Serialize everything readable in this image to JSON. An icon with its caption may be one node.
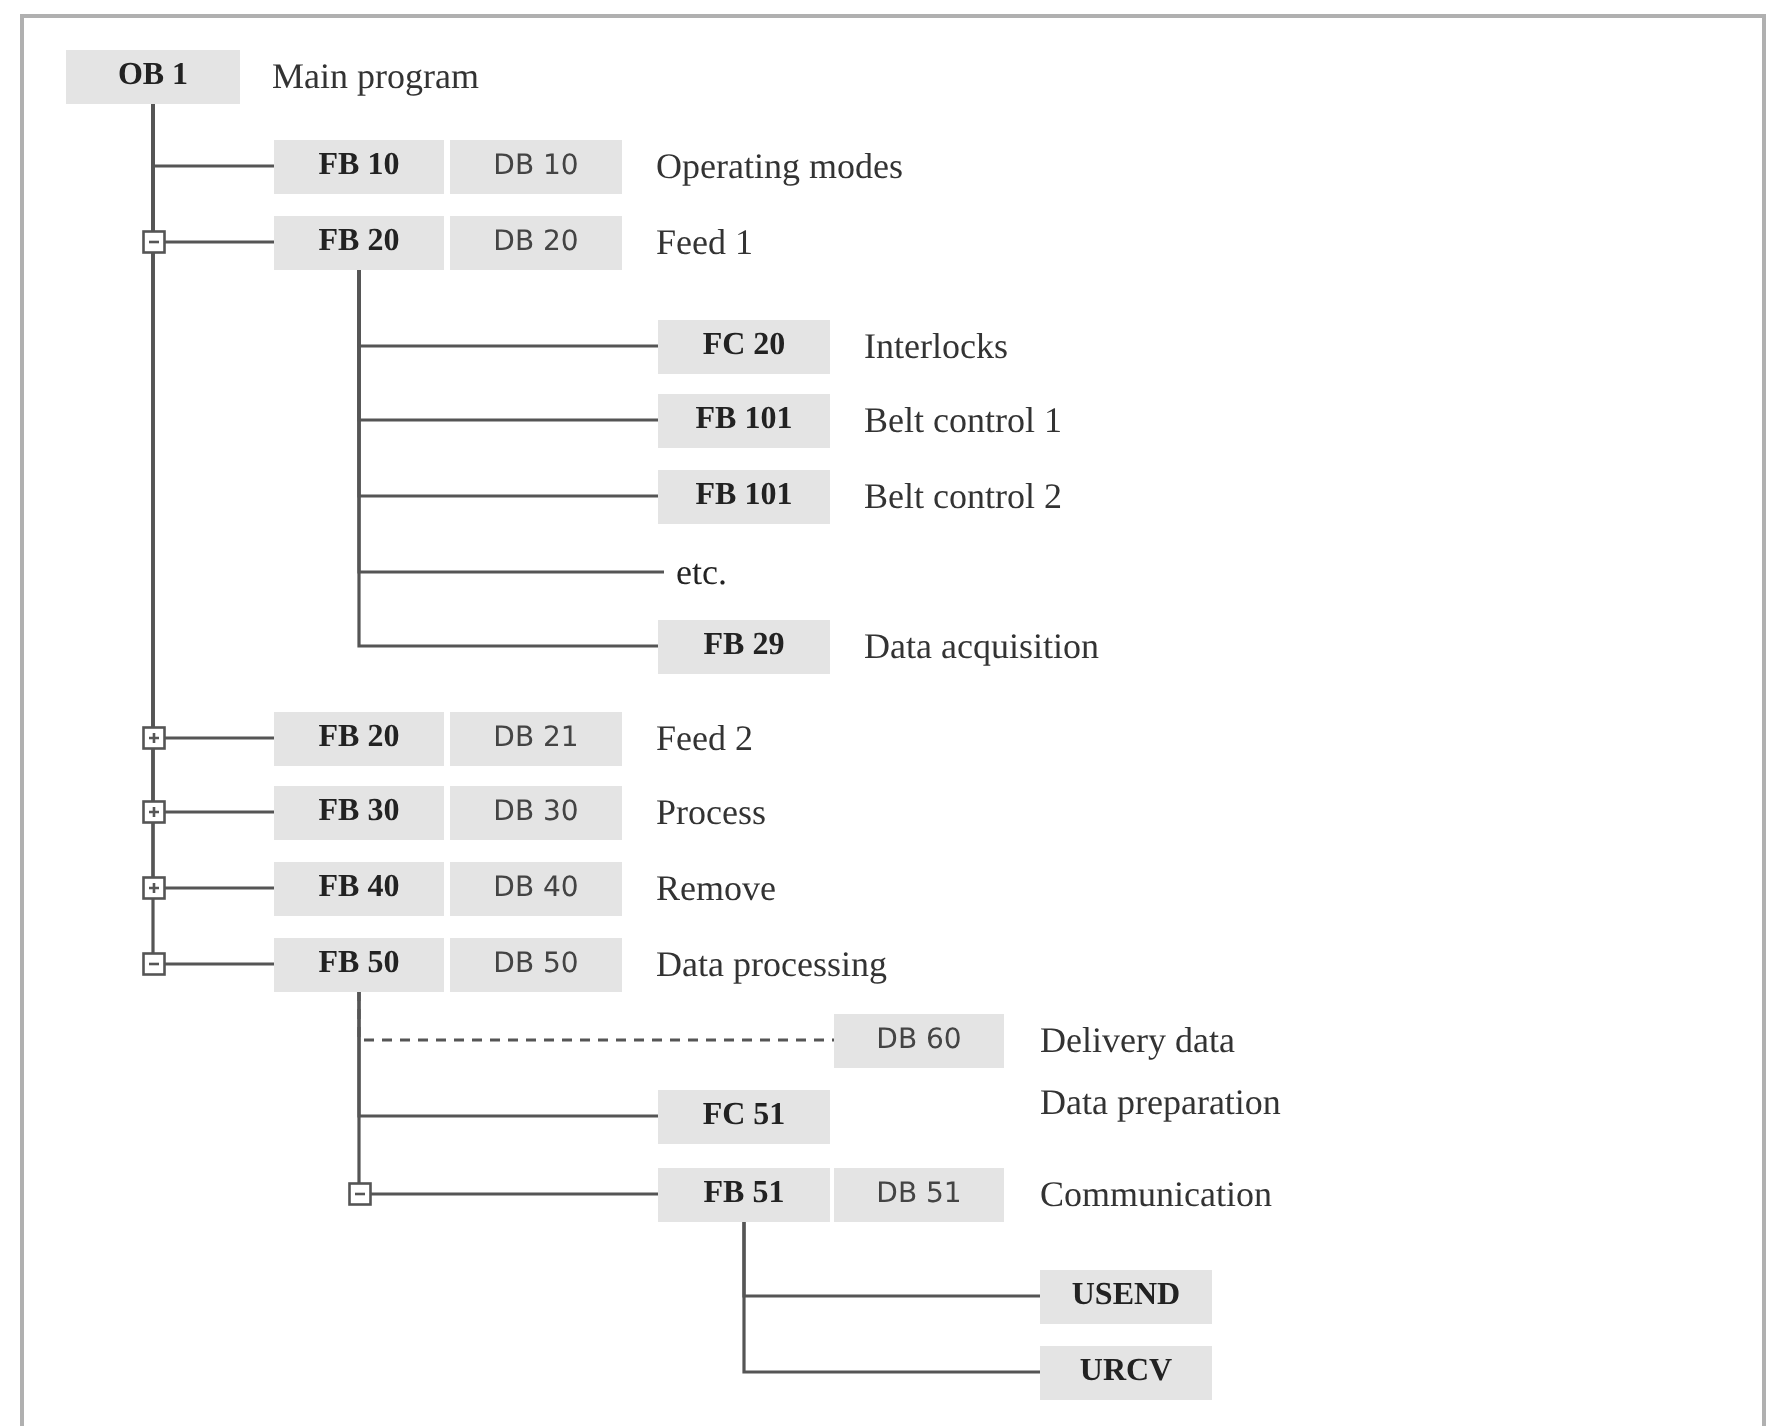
{
  "diagram": {
    "nodes": [
      {
        "text": [
          "OB 1"
        ],
        "beside": [
          "Main program"
        ]
      },
      {
        "text": [
          "FB 10"
        ]
      },
      {
        "text": [
          "DB 10"
        ],
        "beside": [
          "Operating modes"
        ]
      },
      {
        "text": [
          "FB 20"
        ]
      },
      {
        "text": [
          "DB 20"
        ],
        "beside": [
          "Feed 1"
        ]
      },
      {
        "text": [
          "FC 20"
        ],
        "beside": [
          "Interlocks"
        ]
      },
      {
        "text": [
          "FB 101"
        ],
        "beside": [
          "Belt control 1"
        ]
      },
      {
        "text": [
          "FB 101"
        ],
        "beside": [
          "Belt control 2"
        ]
      },
      {
        "text": [
          "etc."
        ]
      },
      {
        "text": [
          "FB 29"
        ],
        "beside": [
          "Data acquisition"
        ]
      },
      {
        "text": [
          "FB 20"
        ]
      },
      {
        "text": [
          "DB 21"
        ],
        "beside": [
          "Feed 2"
        ]
      },
      {
        "text": [
          "FB 30"
        ]
      },
      {
        "text": [
          "DB 30"
        ],
        "beside": [
          "Process"
        ]
      },
      {
        "text": [
          "FB 40"
        ]
      },
      {
        "text": [
          "DB 40"
        ],
        "beside": [
          "Remove"
        ]
      },
      {
        "text": [
          "FB 50"
        ]
      },
      {
        "text": [
          "DB 50"
        ],
        "beside": [
          "Data processing"
        ]
      },
      {
        "text": [
          "DB 60"
        ],
        "beside": [
          "Delivery data"
        ]
      },
      {
        "text": [
          "FC 51"
        ]
      },
      {
        "text": [
          "FB 51"
        ]
      },
      {
        "text": [
          "DB 51"
        ],
        "beside": [
          "Communication"
        ]
      },
      {
        "text": [
          "USEND"
        ]
      },
      {
        "text": [
          "URCV"
        ]
      }
    ],
    "edges": [
      {
        "from": 0,
        "to": 1,
        "arrow": "none"
      },
      {
        "from": 0,
        "to": 3,
        "arrow": "none"
      },
      {
        "from": 3,
        "to": 5,
        "arrow": "none"
      },
      {
        "from": 3,
        "to": 6,
        "arrow": "none"
      },
      {
        "from": 3,
        "to": 7,
        "arrow": "none"
      },
      {
        "from": 3,
        "to": 8,
        "arrow": "none"
      },
      {
        "from": 3,
        "to": 9,
        "arrow": "none"
      },
      {
        "from": 0,
        "to": 10,
        "arrow": "none"
      },
      {
        "from": 0,
        "to": 12,
        "arrow": "none"
      },
      {
        "from": 0,
        "to": 14,
        "arrow": "none"
      },
      {
        "from": 0,
        "to": 16,
        "arrow": "none"
      },
      {
        "from": 16,
        "to": 18,
        "arrow": "none",
        "style": "dashed"
      },
      {
        "from": 16,
        "to": 19,
        "arrow": "none"
      },
      {
        "from": 16,
        "to": 20,
        "arrow": "none"
      },
      {
        "from": 20,
        "to": 22,
        "arrow": "none"
      },
      {
        "from": 20,
        "to": 23,
        "arrow": "none"
      }
    ],
    "labels": [
      "Data preparation"
    ]
  }
}
